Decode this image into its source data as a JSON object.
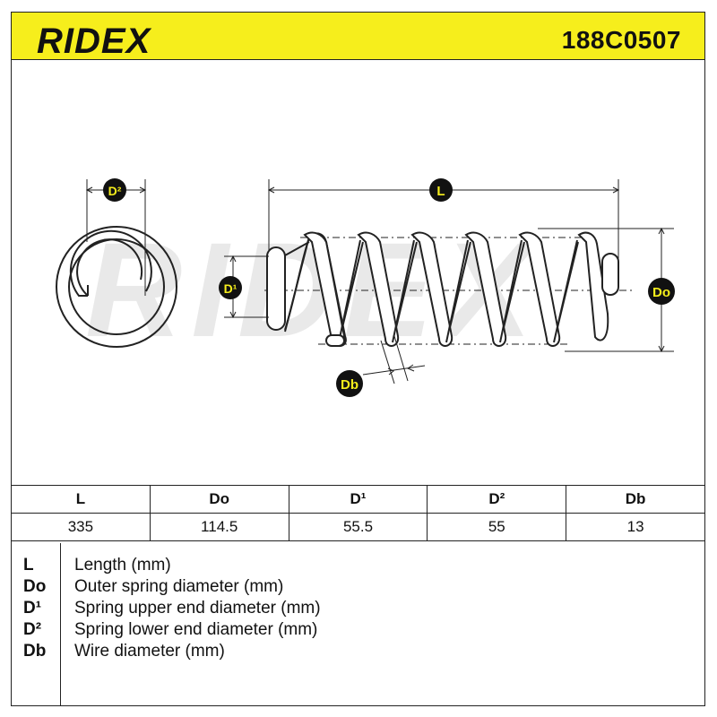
{
  "header": {
    "brand": "RIDEX",
    "part_number": "188C0507"
  },
  "diagram": {
    "labels": {
      "d2": "D²",
      "l": "L",
      "d1": "D¹",
      "do": "Do",
      "db": "Db"
    },
    "watermark": "RIDEX"
  },
  "table": {
    "headers": [
      "L",
      "Do",
      "D¹",
      "D²",
      "Db"
    ],
    "values": [
      "335",
      "114.5",
      "55.5",
      "55",
      "13"
    ]
  },
  "legend": [
    {
      "key": "L",
      "desc": "Length (mm)"
    },
    {
      "key": "Do",
      "desc": "Outer spring diameter (mm)"
    },
    {
      "key": "D¹",
      "desc": "Spring upper end diameter (mm)"
    },
    {
      "key": "D²",
      "desc": "Spring lower end diameter (mm)"
    },
    {
      "key": "Db",
      "desc": "Wire diameter (mm)"
    }
  ],
  "colors": {
    "header_bg": "#f6ee1c",
    "label_circle": "#111111",
    "label_text": "#f6ee1c",
    "line": "#222222"
  }
}
